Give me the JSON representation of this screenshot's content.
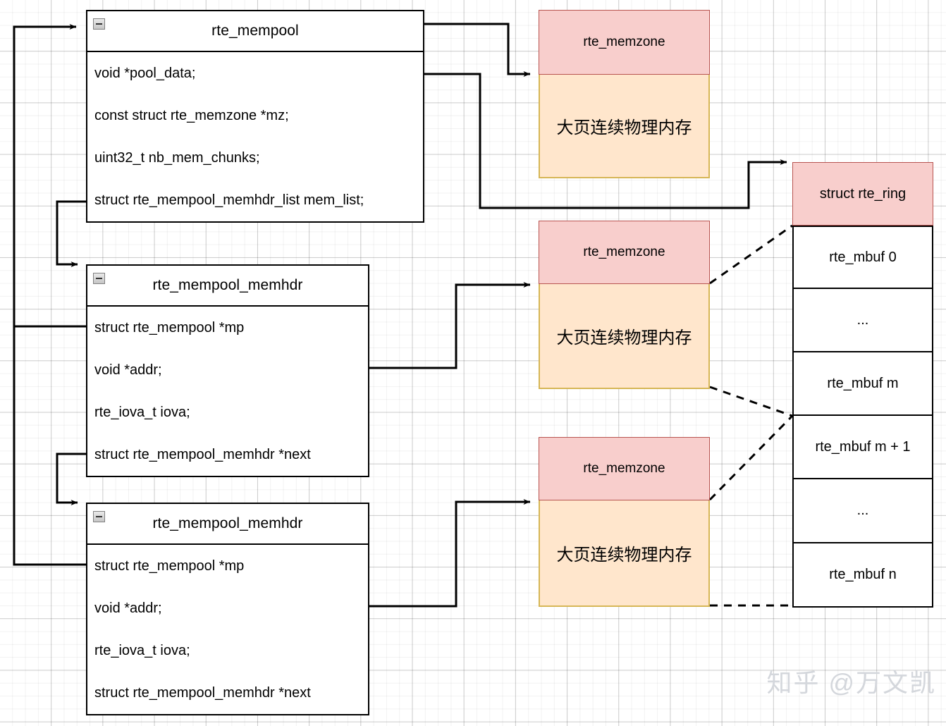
{
  "diagram": {
    "title": "DPDK rte_mempool memory layout",
    "colors": {
      "memzone_header_fill": "#f8cecc",
      "memzone_header_stroke": "#b85450",
      "memzone_body_fill": "#ffe6cc",
      "memzone_body_stroke": "#d6b656",
      "struct_stroke": "#000000",
      "struct_fill": "#ffffff",
      "grid_line": "#e8e8e8",
      "watermark": "#d4d7dc"
    }
  },
  "structs": [
    {
      "id": "rte_mempool",
      "title": "rte_mempool",
      "collapse_icon": "collapse-minus-icon",
      "rows": [
        "void *pool_data;",
        "const struct rte_memzone *mz;",
        "uint32_t nb_mem_chunks;",
        "struct rte_mempool_memhdr_list mem_list;"
      ]
    },
    {
      "id": "rte_mempool_memhdr_1",
      "title": "rte_mempool_memhdr",
      "collapse_icon": "collapse-minus-icon",
      "rows": [
        "struct rte_mempool *mp",
        "void *addr;",
        "rte_iova_t iova;",
        "struct rte_mempool_memhdr *next"
      ]
    },
    {
      "id": "rte_mempool_memhdr_2",
      "title": "rte_mempool_memhdr",
      "collapse_icon": "collapse-minus-icon",
      "rows": [
        "struct rte_mempool *mp",
        "void *addr;",
        "rte_iova_t iova;",
        "struct rte_mempool_memhdr *next"
      ]
    }
  ],
  "memzones": [
    {
      "id": "memzone_1",
      "header": "rte_memzone",
      "body": "大页连续物理内存"
    },
    {
      "id": "memzone_2",
      "header": "rte_memzone",
      "body": "大页连续物理内存"
    },
    {
      "id": "memzone_3",
      "header": "rte_memzone",
      "body": "大页连续物理内存"
    }
  ],
  "ring": {
    "id": "rte_ring",
    "header": "struct rte_ring",
    "cells": [
      "rte_mbuf 0",
      "...",
      "rte_mbuf m",
      "rte_mbuf m + 1",
      "...",
      "rte_mbuf n"
    ]
  },
  "watermark": {
    "text": "知乎 @万文凯"
  }
}
